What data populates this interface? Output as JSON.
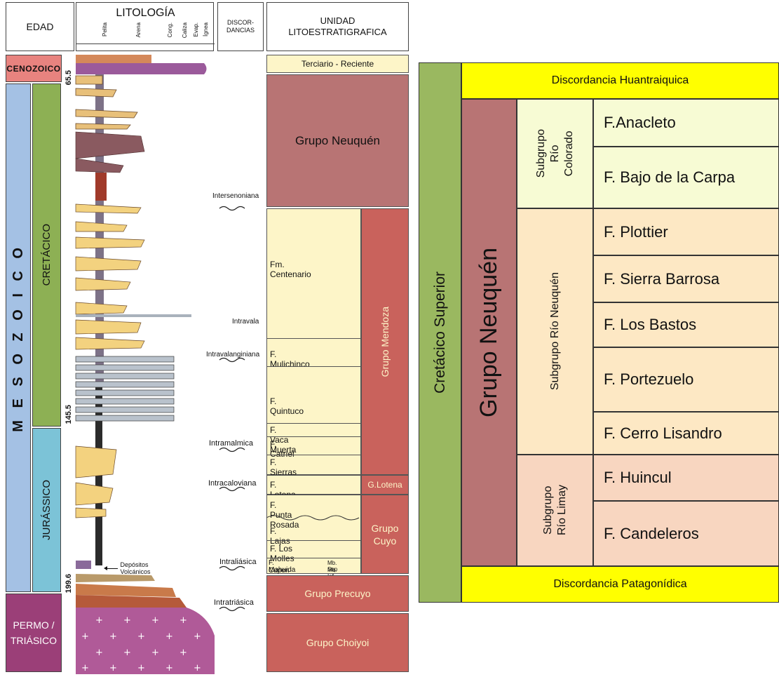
{
  "left": {
    "headers": {
      "edad": "EDAD",
      "litologia": "LITOLOGÍA",
      "lith_cols": [
        "Pelita",
        "Arena",
        "Cong.",
        "Caliza",
        "Evap.",
        "Ígnea"
      ],
      "discordancias": "DISCOR-\nDANCIAS",
      "unidad": "UNIDAD\nLITOESTRATIGRAFICA"
    },
    "eras": {
      "cenozoico": "CENOZOICO",
      "mesozoico": "M E S O Z O I C O",
      "permo": "PERMO /\nTRIÁSICO"
    },
    "periods": {
      "cretacico": "CRETÁCICO",
      "jurassico": "JURÁSSICO"
    },
    "ages": [
      "65.5",
      "145.5",
      "199.6"
    ],
    "discordances": [
      "Intersenoniana",
      "Intravala",
      "Intravalanginiana",
      "Intramalmica",
      "Intracaloviana",
      "Intraliásica",
      "Intratriásica"
    ],
    "volcanic_label": "Depósitos Volcánicos",
    "units": {
      "terciario": "Terciario - Reciente",
      "grupo_neuquen": "Grupo Neuquén",
      "centenario": "Fm. Centenario",
      "mulichinco": "F. Mulichinco",
      "quintuco": "F. Quintuco",
      "vaca_muerta": "F. Vaca Muerta",
      "catriel": "F. Catriel",
      "sierras_blancas": "F. Sierras Blancas",
      "lotena": "F. Lotena",
      "punta_rosada": "F. Punta Rosada",
      "lajas": "F. Lajas",
      "los_molles": "F. Los Molles",
      "cupen": "F. Cupen",
      "mahuida": "Mahuida",
      "mb_sup": "Mb. Sup",
      "mb_inf": "Mb. Inf",
      "grupo_mendoza": "Grupo Mendoza",
      "g_lotena": "G.Lotena",
      "grupo_cuyo": "Grupo\nCuyo",
      "grupo_precuyo": "Grupo Precuyo",
      "grupo_choiyoi": "Grupo Choiyoi"
    }
  },
  "right": {
    "period": "Cretácico Superior",
    "group": "Grupo Neuquén",
    "top_discordance": "Discordancia Huantraiquica",
    "bottom_discordance": "Discordancia Patagonídica",
    "subgroups": [
      "Subgrupo\nRío\nColorado",
      "Subgrupo Río Neuquén",
      "Subgrupo\nRío Limay"
    ],
    "formations": [
      "F.Anacleto",
      "F. Bajo de la Carpa",
      "F. Plottier",
      "F. Sierra Barrosa",
      "F. Los Bastos",
      "F. Portezuelo",
      "F. Cerro Lisandro",
      "F. Huincul",
      "F. Candeleros"
    ]
  },
  "colors": {
    "cenozoico": "#e8837f",
    "mesozoico": "#a4c1e4",
    "cretacico": "#8db054",
    "jurassico": "#7cc3d7",
    "permo": "#9b3f78",
    "neuquen": "#b87474",
    "mendoza": "#c9625c",
    "cream": "#fdf5c8",
    "yellow": "#ffff00",
    "cret_sup": "#9ab860",
    "colorado": "#f7fbd4",
    "rio_neuquen": "#fde8c4",
    "limay": "#f8d6c0"
  }
}
